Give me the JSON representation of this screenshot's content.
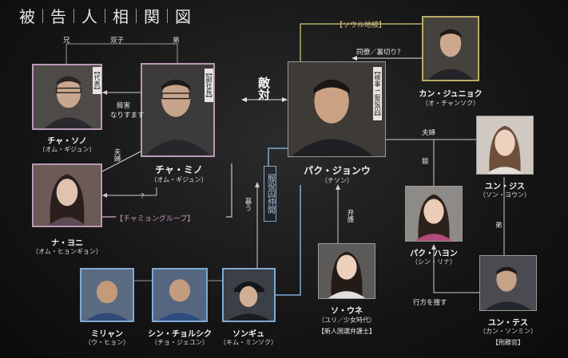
{
  "title_chars": [
    "被",
    "告",
    "人",
    "相",
    "関",
    "図"
  ],
  "people": {
    "cha_sono": {
      "name": "チャ・ソノ",
      "sub": "（オム・ギジュン）",
      "role": "【代表】"
    },
    "cha_mino": {
      "name": "チャ・ミノ",
      "sub": "（オム・ギジュン）",
      "role": "【副社長】"
    },
    "na_yoni": {
      "name": "ナ・ヨニ",
      "sub": "（オム・ヒョンギョン）"
    },
    "park_jeongwoo": {
      "name": "パク・ジョンウ",
      "sub": "（チソン）",
      "role": "【検事→服役囚】"
    },
    "kang_junhyeok": {
      "name": "カン・ジュニョク",
      "sub": "（オ・チャンソク）"
    },
    "yoon_jisu": {
      "name": "ユン・ジス",
      "sub": "（ソン・ヨウン）"
    },
    "park_hayeon": {
      "name": "パク・ハヨン",
      "sub": "（シン・リナ）"
    },
    "yoon_teosu": {
      "name": "ユン・テス",
      "sub": "（カン・ソンミン）",
      "role": "【刑務官】"
    },
    "so_une": {
      "name": "ソ・ウネ",
      "sub": "（ユリ／少女時代）",
      "role": "【新人国選弁護士】"
    },
    "miryang": {
      "name": "ミリャン",
      "sub": "（ウ・ヒョン）"
    },
    "shin_cheolsik": {
      "name": "シン・チョルシク",
      "sub": "（チョ・ジェユン）"
    },
    "songyu": {
      "name": "ソンギュ",
      "sub": "（キム・ミンソク）"
    }
  },
  "relations": {
    "brother_elder": "兄",
    "twins": "双子",
    "brother_younger": "弟",
    "murder": "殺害",
    "impersonate": "なりすます",
    "couple_left": "夫婦",
    "question": "？",
    "enemy": "敵対",
    "colleague": "同僚／裏切り？",
    "couple_right": "夫婦",
    "daughter": "娘",
    "defense": "弁護",
    "younger_brother_right": "弟",
    "search": "行方を捜す",
    "admire": "慕う"
  },
  "groups": {
    "cha_group": "【チャミョングループ】",
    "seoul_prosecutor": "【ソウル地検】",
    "inmate_fellows": "服役囚仲間"
  },
  "colors": {
    "pink": "#b999b6",
    "gold": "#b7ac66",
    "blue": "#7faad2",
    "line_grey": "#9a9a9a"
  }
}
